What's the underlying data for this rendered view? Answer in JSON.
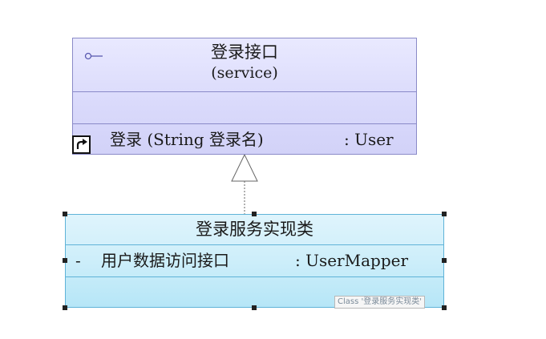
{
  "interface_class": {
    "name": "登录接口",
    "stereotype": "(service)",
    "operations": [
      {
        "visibility": "+",
        "name": "登录 (String 登录名)",
        "return_type": ": User"
      }
    ]
  },
  "implementation_class": {
    "name": "登录服务实现类",
    "attributes": [
      {
        "visibility": "-",
        "name": "用户数据访问接口",
        "type": ": UserMapper"
      }
    ]
  },
  "tooltip": "Class '登录服务实现类'",
  "colors": {
    "interface_fill": "#d9d9fb",
    "interface_border": "#8a8ac8",
    "class_fill": "#cdeefa",
    "class_border": "#5fb3d8"
  }
}
